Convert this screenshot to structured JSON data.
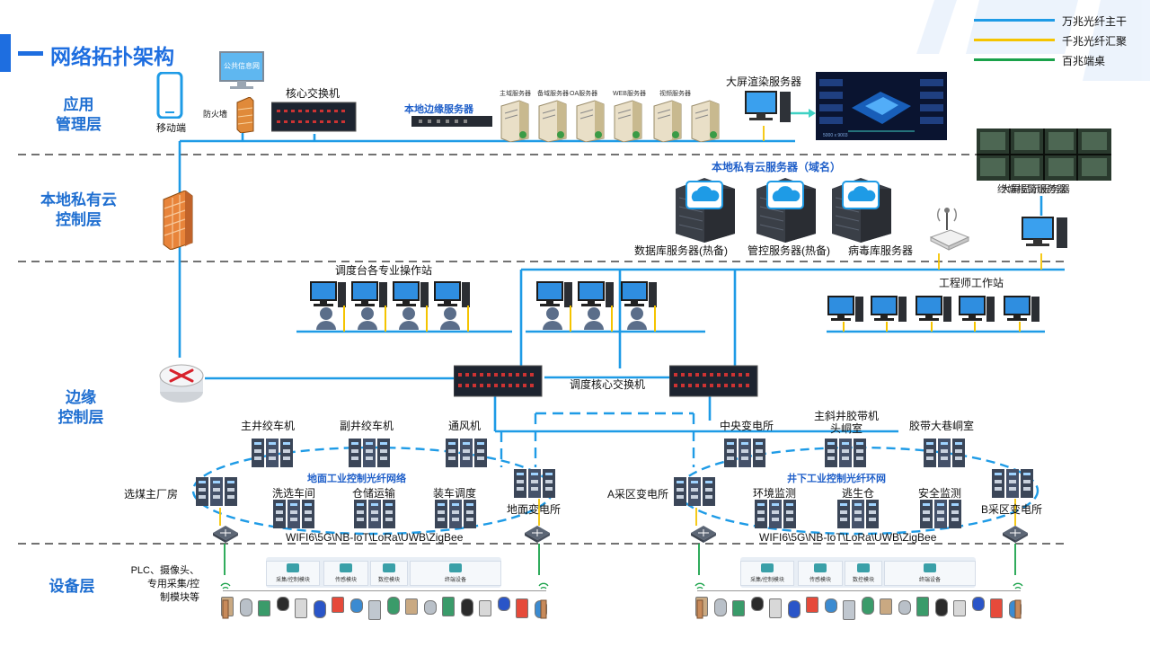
{
  "title": "网络拓扑架构",
  "legend": [
    {
      "label": "万兆光纤主干",
      "color": "#1e9be6"
    },
    {
      "label": "千兆光纤汇聚",
      "color": "#f5c400"
    },
    {
      "label": "百兆端桌",
      "color": "#1aa24a"
    }
  ],
  "layers": {
    "app": "应用\n管理层",
    "cloud": "本地私有云\n控制层",
    "edge": "边缘\n控制层",
    "device": "设备层"
  },
  "app_layer": {
    "mobile": "移动端",
    "firewall": "防火墙",
    "portal_screen": "公共信息网",
    "core_switch": "核心交换机",
    "edge_server": "本地边缘服务器",
    "servers": [
      "主域服务器",
      "备域服务器",
      "OA服务器",
      "WEB服务器",
      "视频服务器"
    ],
    "render_server": "大屏渲染服务器",
    "dashboard_caption": "5000 x 9003"
  },
  "cloud_layer": {
    "title": "本地私有云服务器（域名）",
    "servers": [
      "数据库服务器(热备)",
      "管控服务器(热备)",
      "病毒库服务器"
    ],
    "warn_server": "终端报警服务器",
    "screen_server": "大屏显示服务器"
  },
  "edge_layer": {
    "dispatch_stations": "调度台各专业操作站",
    "engineer_station": "工程师工作站",
    "dispatch_switch": "调度核心交换机",
    "surface_nodes": [
      "主井绞车机",
      "副井绞车机",
      "通风机",
      "选煤主厂房",
      "洗选车间",
      "仓储运输",
      "装车调度",
      "地面变电所"
    ],
    "surface_ring": "地面工业控制光纤网络",
    "under_nodes": [
      "中央变电所",
      "主斜井胶带机\n头峒室",
      "胶带大巷峒室",
      "A采区变电所",
      "环境监测",
      "逃生仓",
      "安全监测",
      "B采区变电所"
    ],
    "under_ring": "井下工业控制光纤环网",
    "wireless": "WIFI6\\5G\\NB-IoT\\LoRa\\UWB\\ZigBee"
  },
  "device_layer": {
    "desc": "PLC、摄像头、\n专用采集/控\n制模块等",
    "panel_groups": [
      "采集/控制模块",
      "传感模块",
      "数控模块",
      "终端设备"
    ]
  }
}
